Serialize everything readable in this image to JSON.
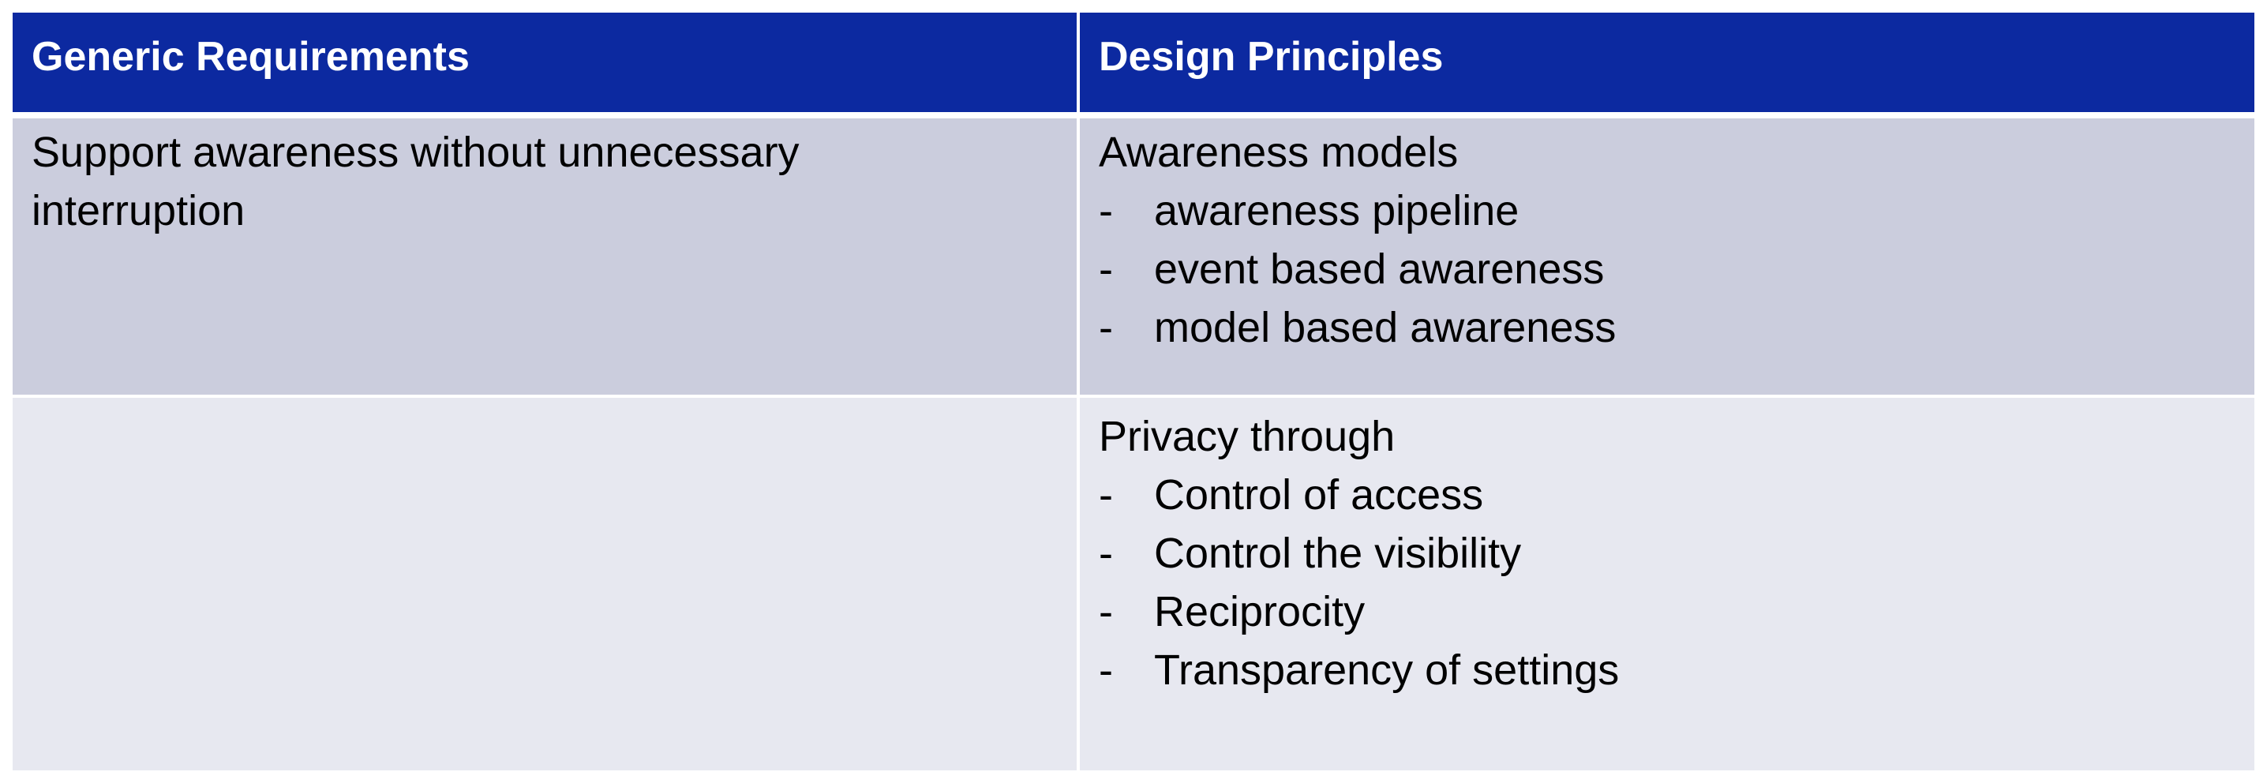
{
  "table": {
    "headers": [
      "Generic Requirements",
      "Design Principles"
    ],
    "rows": [
      {
        "requirement": "Support awareness without unnecessary interruption",
        "principle_title": "Awareness models",
        "principle_items": [
          "awareness pipeline",
          "event based awareness",
          "model based awareness"
        ]
      },
      {
        "requirement": "",
        "principle_title": "Privacy through",
        "principle_items": [
          "Control of access",
          "Control the visibility",
          "Reciprocity",
          "Transparency of settings"
        ]
      }
    ],
    "bullet_marker": "-"
  },
  "colors": {
    "header_bg": "#0c29a0",
    "header_text": "#ffffff",
    "row1_bg": "#cbcddd",
    "row2_bg": "#e7e8f0",
    "body_text": "#000000"
  }
}
